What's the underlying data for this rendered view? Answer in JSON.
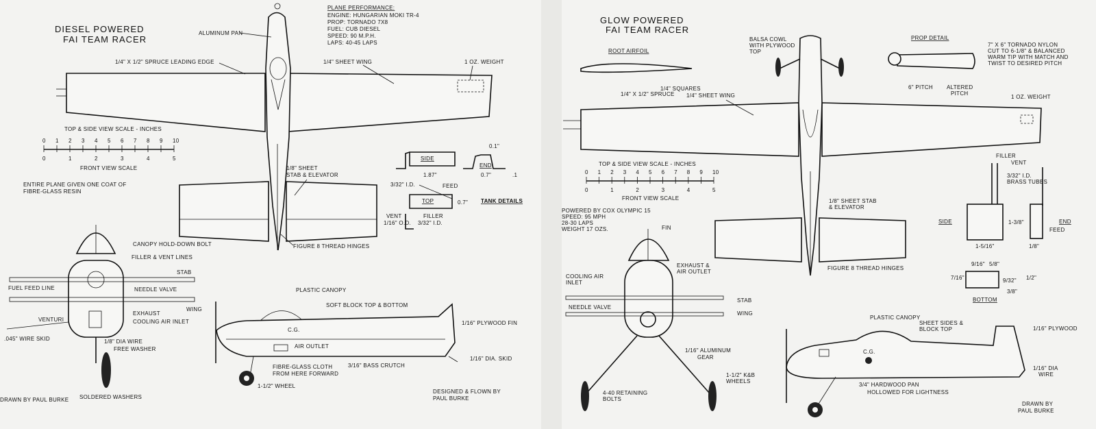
{
  "left": {
    "title": [
      "DIESEL POWERED",
      "FAI TEAM RACER"
    ],
    "performance": {
      "heading": "PLANE PERFORMANCE:",
      "lines": [
        "ENGINE: HUNGARIAN MOKI TR-4",
        "PROP: TORNADO 7X8",
        "FUEL: CUB DIESEL",
        "SPEED: 90 M.P.H.",
        "LAPS: 40-45 LAPS"
      ]
    },
    "labels": {
      "aluminum_pan": "ALUMINUM PAN",
      "spruce_le": "1/4\" X 1/2\" SPRUCE LEADING EDGE",
      "sheet_wing": "1/4\" SHEET WING",
      "weight": "1 OZ. WEIGHT",
      "scale_top": "TOP & SIDE VIEW SCALE - INCHES",
      "scale_front": "FRONT VIEW SCALE",
      "stab_sheet": "1/8\" SHEET",
      "stab_elev": "STAB & ELEVATOR",
      "fibreglass_1": "ENTIRE PLANE GIVEN ONE COAT OF",
      "fibreglass_2": "FIBRE-GLASS RESIN",
      "hinges": "FIGURE 8 THREAD HINGES",
      "canopy_bolt": "CANOPY HOLD-DOWN BOLT",
      "filler_vent": "FILLER & VENT LINES",
      "stab": "STAB",
      "fuel_feed": "FUEL FEED LINE",
      "needle": "NEEDLE VALVE",
      "wing": "WING",
      "venturi": "VENTURI",
      "exhaust": "EXHAUST",
      "cooling": "COOLING AIR INLET",
      "skid": ".045\" WIRE SKID",
      "dia_wire": "1/8\" DIA WIRE",
      "free_washer": "FREE WASHER",
      "soldered": "SOLDERED WASHERS",
      "drawn_by": "DRAWN BY PAUL BURKE",
      "plastic_canopy": "PLASTIC CANOPY",
      "soft_block": "SOFT BLOCK TOP & BOTTOM",
      "plywood_fin": "1/16\" PLYWOOD FIN",
      "cg": "C.G.",
      "air_outlet": "AIR OUTLET",
      "fibre_cloth_1": "FIBRE-GLASS CLOTH",
      "fibre_cloth_2": "FROM HERE FORWARD",
      "bass_crutch": "3/16\" BASS CRUTCH",
      "dia_skid": "1/16\" DIA. SKID",
      "wheel": "1-1/2\" WHEEL",
      "designed_1": "DESIGNED & FLOWN BY",
      "designed_2": "PAUL BURKE"
    },
    "tank": {
      "side": "SIDE",
      "end": "END",
      "top": "TOP",
      "d_01": "0.1\"",
      "d_187": "1.87\"",
      "d_07": "0.7\"",
      "d_07b": "0.7\"",
      "d_dot1": ".1",
      "id_332": "3/32\" I.D.",
      "feed": "FEED",
      "vent": "VENT",
      "filler": "FILLER",
      "od_116": "1/16\" O.D.",
      "id_332b": "3/32\" I.D.",
      "details": "TANK DETAILS"
    },
    "scale_top_ticks": [
      "0",
      "1",
      "2",
      "3",
      "4",
      "5",
      "6",
      "7",
      "8",
      "9",
      "10"
    ],
    "scale_front_ticks": [
      "0",
      "1",
      "2",
      "3",
      "4",
      "5"
    ]
  },
  "right": {
    "title": [
      "GLOW POWERED",
      "FAI TEAM RACER"
    ],
    "labels": {
      "root_airfoil": "ROOT AIRFOIL",
      "squares": "1/4\" SQUARES",
      "balsa_cowl_1": "BALSA COWL",
      "balsa_cowl_2": "WITH PLYWOOD",
      "balsa_cowl_3": "TOP",
      "prop_detail": "PROP DETAIL",
      "prop_note_1": "7\" X 6\" TORNADO NYLON",
      "prop_note_2": "CUT TO 6-1/8\" & BALANCED",
      "prop_note_3": "WARM TIP WITH MATCH AND",
      "prop_note_4": "TWIST TO DESIRED PITCH",
      "pitch_6": "6\" PITCH",
      "altered_1": "ALTERED",
      "altered_2": "PITCH",
      "spruce": "1/4\" X 1/2\" SPRUCE",
      "sheet_wing": "1/4\" SHEET WING",
      "weight": "1 OZ. WEIGHT",
      "scale_top": "TOP & SIDE VIEW SCALE - INCHES",
      "scale_front": "FRONT VIEW SCALE",
      "powered_1": "POWERED BY COX OLYMPIC 15",
      "powered_2": "SPEED: 95 MPH",
      "powered_3": "28-30 LAPS",
      "powered_4": "WEIGHT 17 OZS.",
      "stab_1": "1/8\" SHEET STAB",
      "stab_2": "& ELEVATOR",
      "hinges": "FIGURE 8 THREAD HINGES",
      "fin": "FIN",
      "exhaust_1": "EXHAUST &",
      "exhaust_2": "AIR OUTLET",
      "cooling_1": "COOLING AIR",
      "cooling_2": "INLET",
      "stab": "STAB",
      "needle": "NEEDLE VALVE",
      "wing": "WING",
      "alu_gear_1": "1/16\" ALUMINUM",
      "alu_gear_2": "GEAR",
      "kb_1": "1-1/2\" K&B",
      "kb_2": "WHEELS",
      "retain_1": "4-40 RETAINING",
      "retain_2": "BOLTS",
      "plastic_canopy": "PLASTIC CANOPY",
      "sheet_sides_1": "SHEET SIDES &",
      "sheet_sides_2": "BLOCK TOP",
      "plywood": "1/16\" PLYWOOD",
      "cg": "C.G.",
      "dia_wire_1": "1/16\" DIA",
      "dia_wire_2": "WIRE",
      "hardwood_1": "3/4\" HARDWOOD PAN",
      "hardwood_2": "HOLLOWED FOR LIGHTNESS",
      "drawn_1": "DRAWN BY",
      "drawn_2": "PAUL BURKE"
    },
    "tank": {
      "filler": "FILLER",
      "vent": "VENT",
      "id_332": "3/32\" I.D.",
      "brass": "BRASS TUBES",
      "side": "SIDE",
      "end": "END",
      "d_138": "1-3/8\"",
      "d_1516": "1-5/16\"",
      "d_18": "1/8\"",
      "feed": "FEED",
      "d_916": "9/16\"",
      "d_58": "5/8\"",
      "d_716": "7/16\"",
      "d_932": "9/32\"",
      "d_12": "1/2\"",
      "d_38": "3/8\"",
      "bottom": "BOTTOM"
    },
    "scale_top_ticks": [
      "0",
      "1",
      "2",
      "3",
      "4",
      "5",
      "6",
      "7",
      "8",
      "9",
      "10"
    ],
    "scale_front_ticks": [
      "0",
      "1",
      "2",
      "3",
      "4",
      "5"
    ]
  }
}
